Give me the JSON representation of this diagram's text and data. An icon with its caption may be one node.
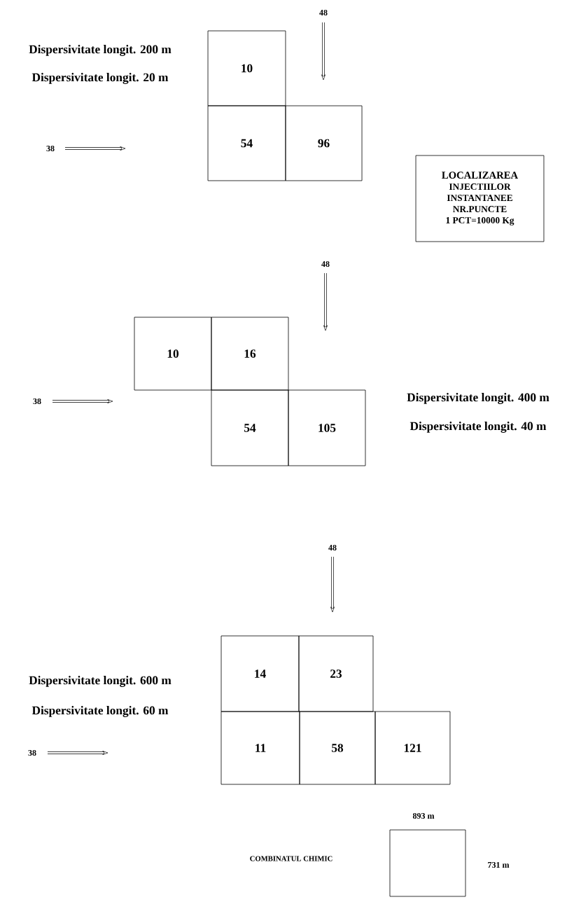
{
  "diagram": {
    "nodes": [
      {
        "text": [
          "10"
        ]
      },
      {
        "text": [
          "54"
        ]
      },
      {
        "text": [
          "96"
        ]
      },
      {
        "text": [
          "LOCALIZAREA",
          "INJECTIILOR",
          "INSTANTANEE",
          "NR.PUNCTE",
          "1 PCT=10000 Kg"
        ]
      },
      {
        "text": [
          "10"
        ]
      },
      {
        "text": [
          "16"
        ]
      },
      {
        "text": [
          "54"
        ]
      },
      {
        "text": [
          "105"
        ]
      },
      {
        "text": [
          "14"
        ]
      },
      {
        "text": [
          "23"
        ]
      },
      {
        "text": [
          "11"
        ]
      },
      {
        "text": [
          "58"
        ]
      },
      {
        "text": [
          "121"
        ]
      },
      {
        "text": [],
        "shape": "box"
      }
    ],
    "labels": [
      "48",
      "Dispersivitate longit. 200 m",
      "Dispersivitate longit.  20 m",
      "38",
      "48",
      "38",
      "Dispersivitate longit. 400 m",
      "Dispersivitate longit.  40 m",
      "48",
      "Dispersivitate longit. 600 m",
      "Dispersivitate longit.  60 m",
      "38",
      "893 m",
      "COMBINATUL CHIMIC",
      "731 m"
    ]
  }
}
